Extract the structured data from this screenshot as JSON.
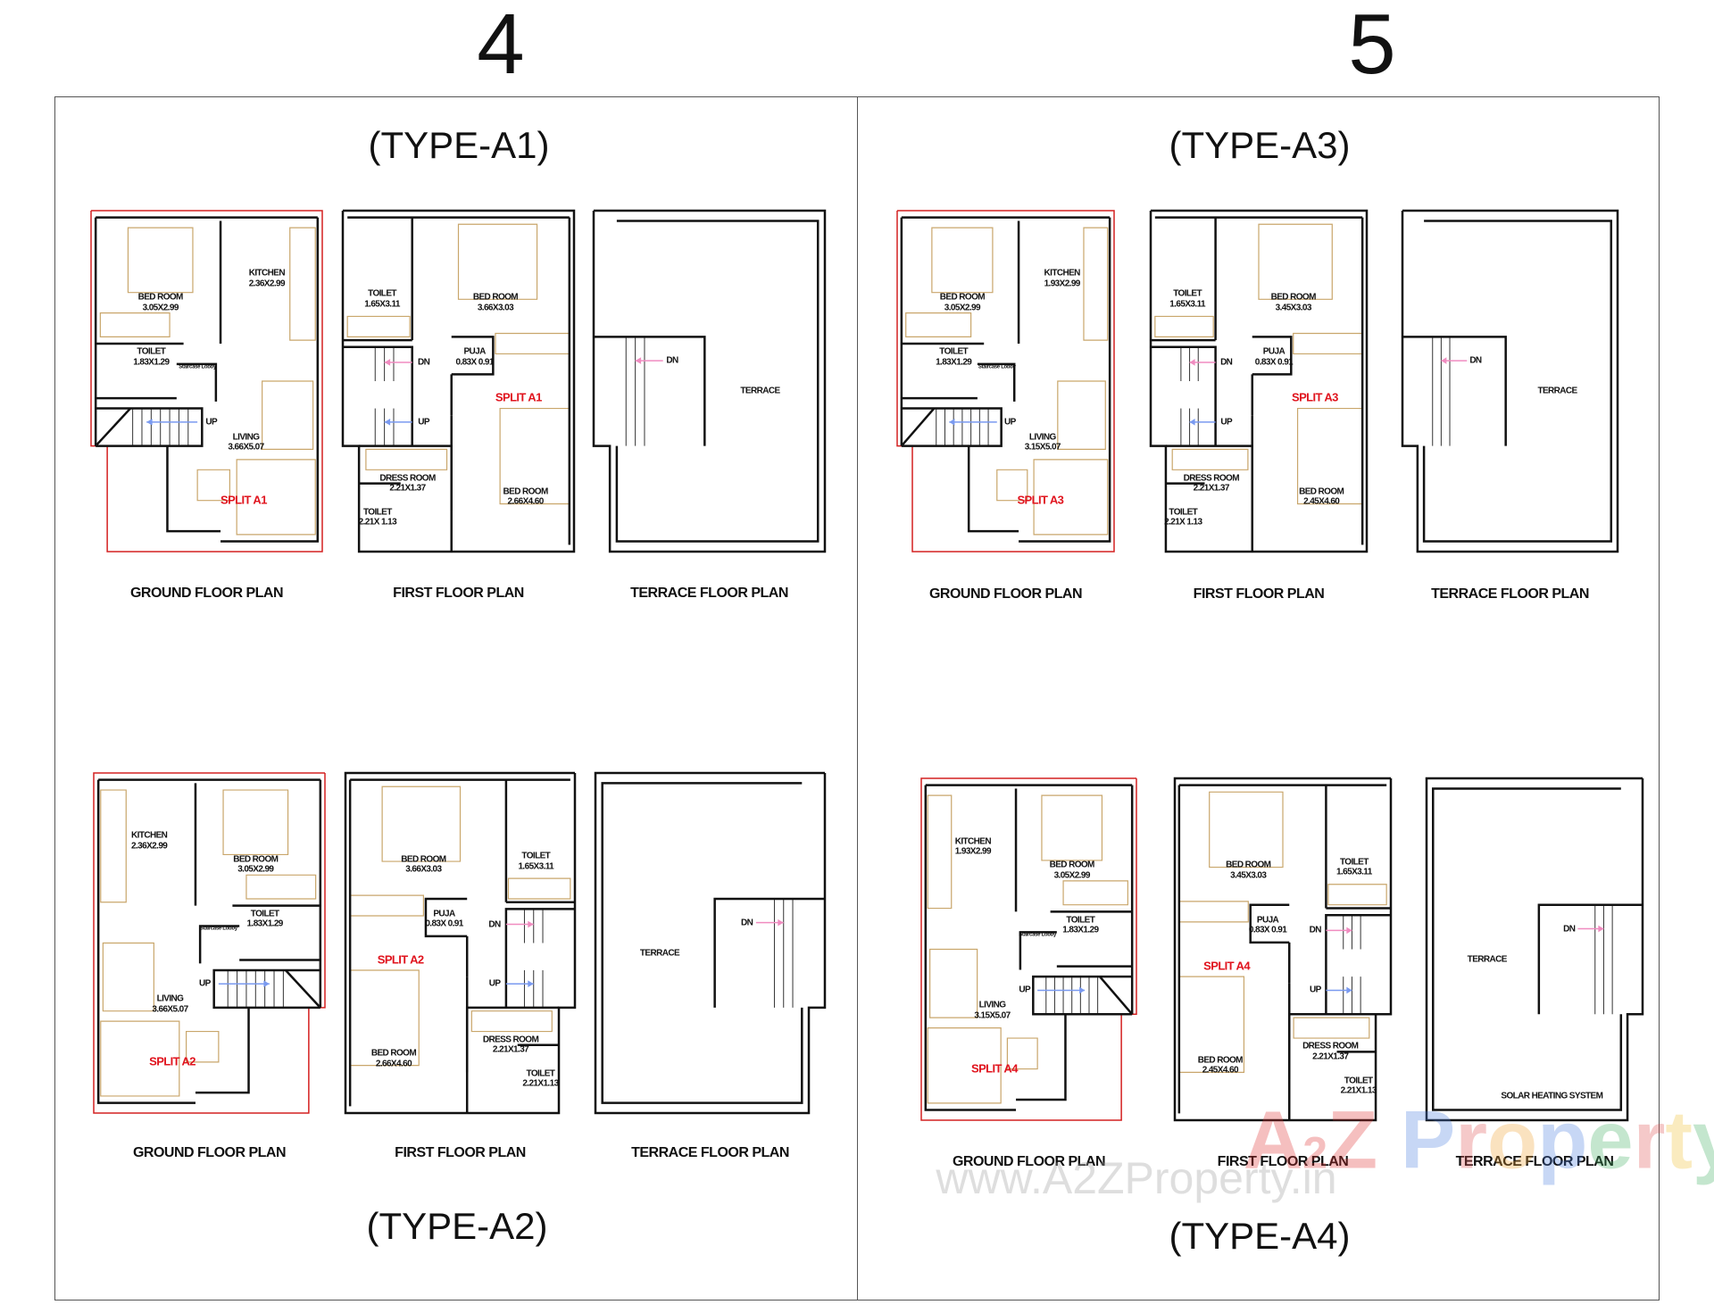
{
  "headers": {
    "left": "4",
    "right": "5"
  },
  "colors": {
    "wall": "#111111",
    "plot_outline": "#d42020",
    "furniture": "#c9a66b",
    "split_label": "#e0141e",
    "dn_arrow": "#f08cc0",
    "up_arrow": "#7a9af0"
  },
  "plan_labels": {
    "ground": "GROUND FLOOR PLAN",
    "first": "FIRST FLOOR PLAN",
    "terrace": "TERRACE FLOOR PLAN"
  },
  "units": [
    {
      "title": "(TYPE-A1)",
      "ground": {
        "bedroom": {
          "name": "BED ROOM",
          "dim": "3.05X2.99"
        },
        "kitchen": {
          "name": "KITCHEN",
          "dim": "2.36X2.99"
        },
        "toilet": {
          "name": "TOILET",
          "dim": "1.83X1.29"
        },
        "lobby": {
          "name": "Staircase Lobby"
        },
        "up": {
          "name": "UP"
        },
        "living": {
          "name": "LIVING",
          "dim": "3.66X5.07"
        },
        "split": {
          "name": "SPLIT A1"
        }
      },
      "first": {
        "toilet1": {
          "name": "TOILET",
          "dim": "1.65X3.11"
        },
        "bedroom1": {
          "name": "BED ROOM",
          "dim": "3.66X3.03"
        },
        "puja": {
          "name": "PUJA",
          "dim": "0.83X 0.91"
        },
        "dn": {
          "name": "DN"
        },
        "split": {
          "name": "SPLIT A1"
        },
        "up": {
          "name": "UP"
        },
        "dress": {
          "name": "DRESS ROOM",
          "dim": "2.21X1.37"
        },
        "bedroom2": {
          "name": "BED ROOM",
          "dim": "2.66X4.60"
        },
        "toilet2": {
          "name": "TOILET",
          "dim": "2.21X 1.13"
        }
      },
      "terrace": {
        "dn": {
          "name": "DN"
        },
        "terrace": {
          "name": "TERRACE"
        }
      }
    },
    {
      "title": "(TYPE-A2)",
      "ground": {
        "bedroom": {
          "name": "BED ROOM",
          "dim": "3.05X2.99"
        },
        "kitchen": {
          "name": "KITCHEN",
          "dim": "2.36X2.99"
        },
        "toilet": {
          "name": "TOILET",
          "dim": "1.83X1.29"
        },
        "lobby": {
          "name": "Staircase Lobby"
        },
        "up": {
          "name": "UP"
        },
        "living": {
          "name": "LIVING",
          "dim": "3.66X5.07"
        },
        "split": {
          "name": "SPLIT A2"
        }
      },
      "first": {
        "toilet1": {
          "name": "TOILET",
          "dim": "1.65X3.11"
        },
        "bedroom1": {
          "name": "BED ROOM",
          "dim": "3.66X3.03"
        },
        "puja": {
          "name": "PUJA",
          "dim": "0.83X 0.91"
        },
        "dn": {
          "name": "DN"
        },
        "split": {
          "name": "SPLIT A2"
        },
        "up": {
          "name": "UP"
        },
        "dress": {
          "name": "DRESS ROOM",
          "dim": "2.21X1.37"
        },
        "bedroom2": {
          "name": "BED ROOM",
          "dim": "2.66X4.60"
        },
        "toilet2": {
          "name": "TOILET",
          "dim": "2.21X1.13"
        }
      },
      "terrace": {
        "dn": {
          "name": "DN"
        },
        "terrace": {
          "name": "TERRACE"
        }
      }
    },
    {
      "title": "(TYPE-A3)",
      "ground": {
        "bedroom": {
          "name": "BED ROOM",
          "dim": "3.05X2.99"
        },
        "kitchen": {
          "name": "KITCHEN",
          "dim": "1.93X2.99"
        },
        "toilet": {
          "name": "TOILET",
          "dim": "1.83X1.29"
        },
        "lobby": {
          "name": "Staircase Lobby"
        },
        "up": {
          "name": "UP"
        },
        "living": {
          "name": "LIVING",
          "dim": "3.15X5.07"
        },
        "split": {
          "name": "SPLIT A3"
        }
      },
      "first": {
        "toilet1": {
          "name": "TOILET",
          "dim": "1.65X3.11"
        },
        "bedroom1": {
          "name": "BED ROOM",
          "dim": "3.45X3.03"
        },
        "puja": {
          "name": "PUJA",
          "dim": "0.83X 0.91"
        },
        "dn": {
          "name": "DN"
        },
        "split": {
          "name": "SPLIT A3"
        },
        "up": {
          "name": "UP"
        },
        "dress": {
          "name": "DRESS ROOM",
          "dim": "2.21X1.37"
        },
        "bedroom2": {
          "name": "BED ROOM",
          "dim": "2.45X4.60"
        },
        "toilet2": {
          "name": "TOILET",
          "dim": "2.21X 1.13"
        }
      },
      "terrace": {
        "dn": {
          "name": "DN"
        },
        "terrace": {
          "name": "TERRACE"
        }
      }
    },
    {
      "title": "(TYPE-A4)",
      "ground": {
        "bedroom": {
          "name": "BED ROOM",
          "dim": "3.05X2.99"
        },
        "kitchen": {
          "name": "KITCHEN",
          "dim": "1.93X2.99"
        },
        "toilet": {
          "name": "TOILET",
          "dim": "1.83X1.29"
        },
        "lobby": {
          "name": "Staircase Lobby"
        },
        "up": {
          "name": "UP"
        },
        "living": {
          "name": "LIVING",
          "dim": "3.15X5.07"
        },
        "split": {
          "name": "SPLIT A4"
        }
      },
      "first": {
        "toilet1": {
          "name": "TOILET",
          "dim": "1.65X3.11"
        },
        "bedroom1": {
          "name": "BED ROOM",
          "dim": "3.45X3.03"
        },
        "puja": {
          "name": "PUJA",
          "dim": "0.83X 0.91"
        },
        "dn": {
          "name": "DN"
        },
        "split": {
          "name": "SPLIT A4"
        },
        "up": {
          "name": "UP"
        },
        "dress": {
          "name": "DRESS ROOM",
          "dim": "2.21X1.37"
        },
        "bedroom2": {
          "name": "BED ROOM",
          "dim": "2.45X4.60"
        },
        "toilet2": {
          "name": "TOILET",
          "dim": "2.21X1.13"
        }
      },
      "terrace": {
        "dn": {
          "name": "DN"
        },
        "terrace": {
          "name": "TERRACE"
        },
        "solar": {
          "name": "SOLAR HEATING SYSTEM"
        }
      }
    }
  ],
  "watermark": {
    "url": "www.A2ZProperty.in",
    "logo": "A2Z Property"
  }
}
